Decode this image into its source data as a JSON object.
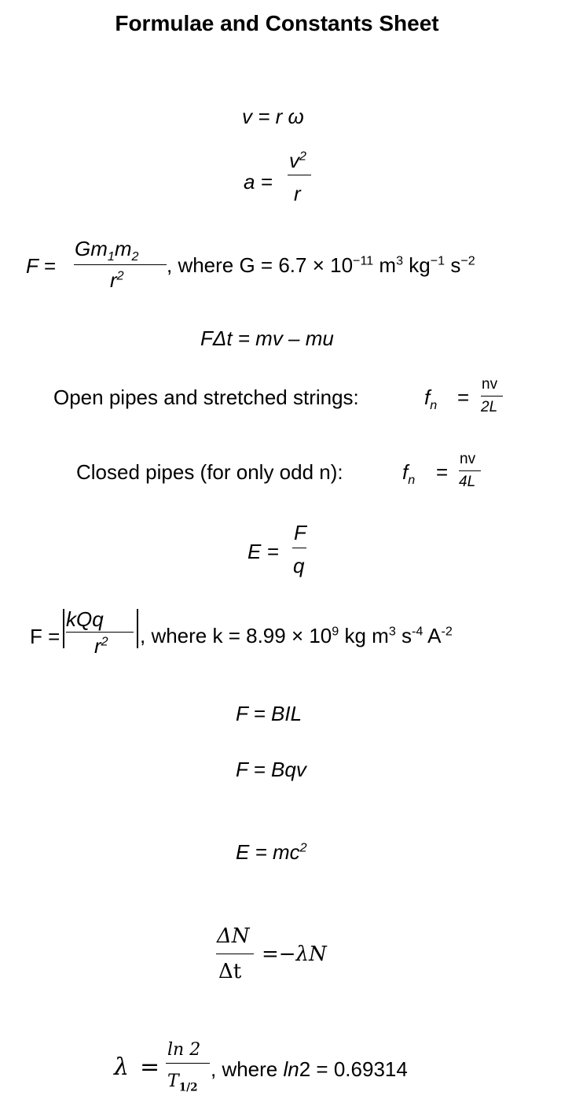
{
  "title": "Formulae and Constants Sheet",
  "f1": {
    "text": "v = r ω"
  },
  "f2": {
    "lhs": "a =",
    "num": "v",
    "num_sup": "2",
    "den": "r"
  },
  "f3": {
    "lhs": "F =",
    "num_a": "Gm",
    "num_sub1": "1",
    "num_b": "m",
    "num_sub2": "2",
    "den": "r",
    "den_sup": "2",
    "where": ", where G = 6.7 × 10",
    "e1": "−11",
    "u1": " m",
    "e2": "3",
    "u2": " kg",
    "e3": "−1",
    "u3": " s",
    "e4": "−2"
  },
  "f4": {
    "text": "FΔt = mv – mu"
  },
  "f5": {
    "label": "Open pipes and stretched strings:",
    "f": "f",
    "sub": "n",
    "eq": "=",
    "num": "nv",
    "den": "2L"
  },
  "f6": {
    "label": "Closed pipes (for only odd n):",
    "f": "f",
    "sub": "n",
    "eq": "=",
    "num": "nv",
    "den": "4L"
  },
  "f7": {
    "lhs": "E =",
    "num": "F",
    "den": "q"
  },
  "f8": {
    "lhs": "F =",
    "num": "kQq",
    "den": "r",
    "den_sup": "2",
    "where": ", where k = 8.99 × 10",
    "e1": "9",
    "u1": " kg m",
    "e2": "3",
    "u2": " s",
    "e3": "-4",
    "u3": " A",
    "e4": "-2"
  },
  "f9": {
    "text": "F = BIL"
  },
  "f10": {
    "text": "F = Bqv"
  },
  "f11": {
    "text": "E = mc",
    "sup": "2"
  },
  "f12": {
    "num": "ΔN",
    "den": "Δt",
    "rhs": "=−λN"
  },
  "f13": {
    "lhs": "λ",
    "eq": "=",
    "num": "ln 2",
    "den": "T",
    "den_sub": "1/2",
    "where_a": ", where ",
    "where_ln": "ln",
    "where_b": "2 = 0.69314"
  }
}
